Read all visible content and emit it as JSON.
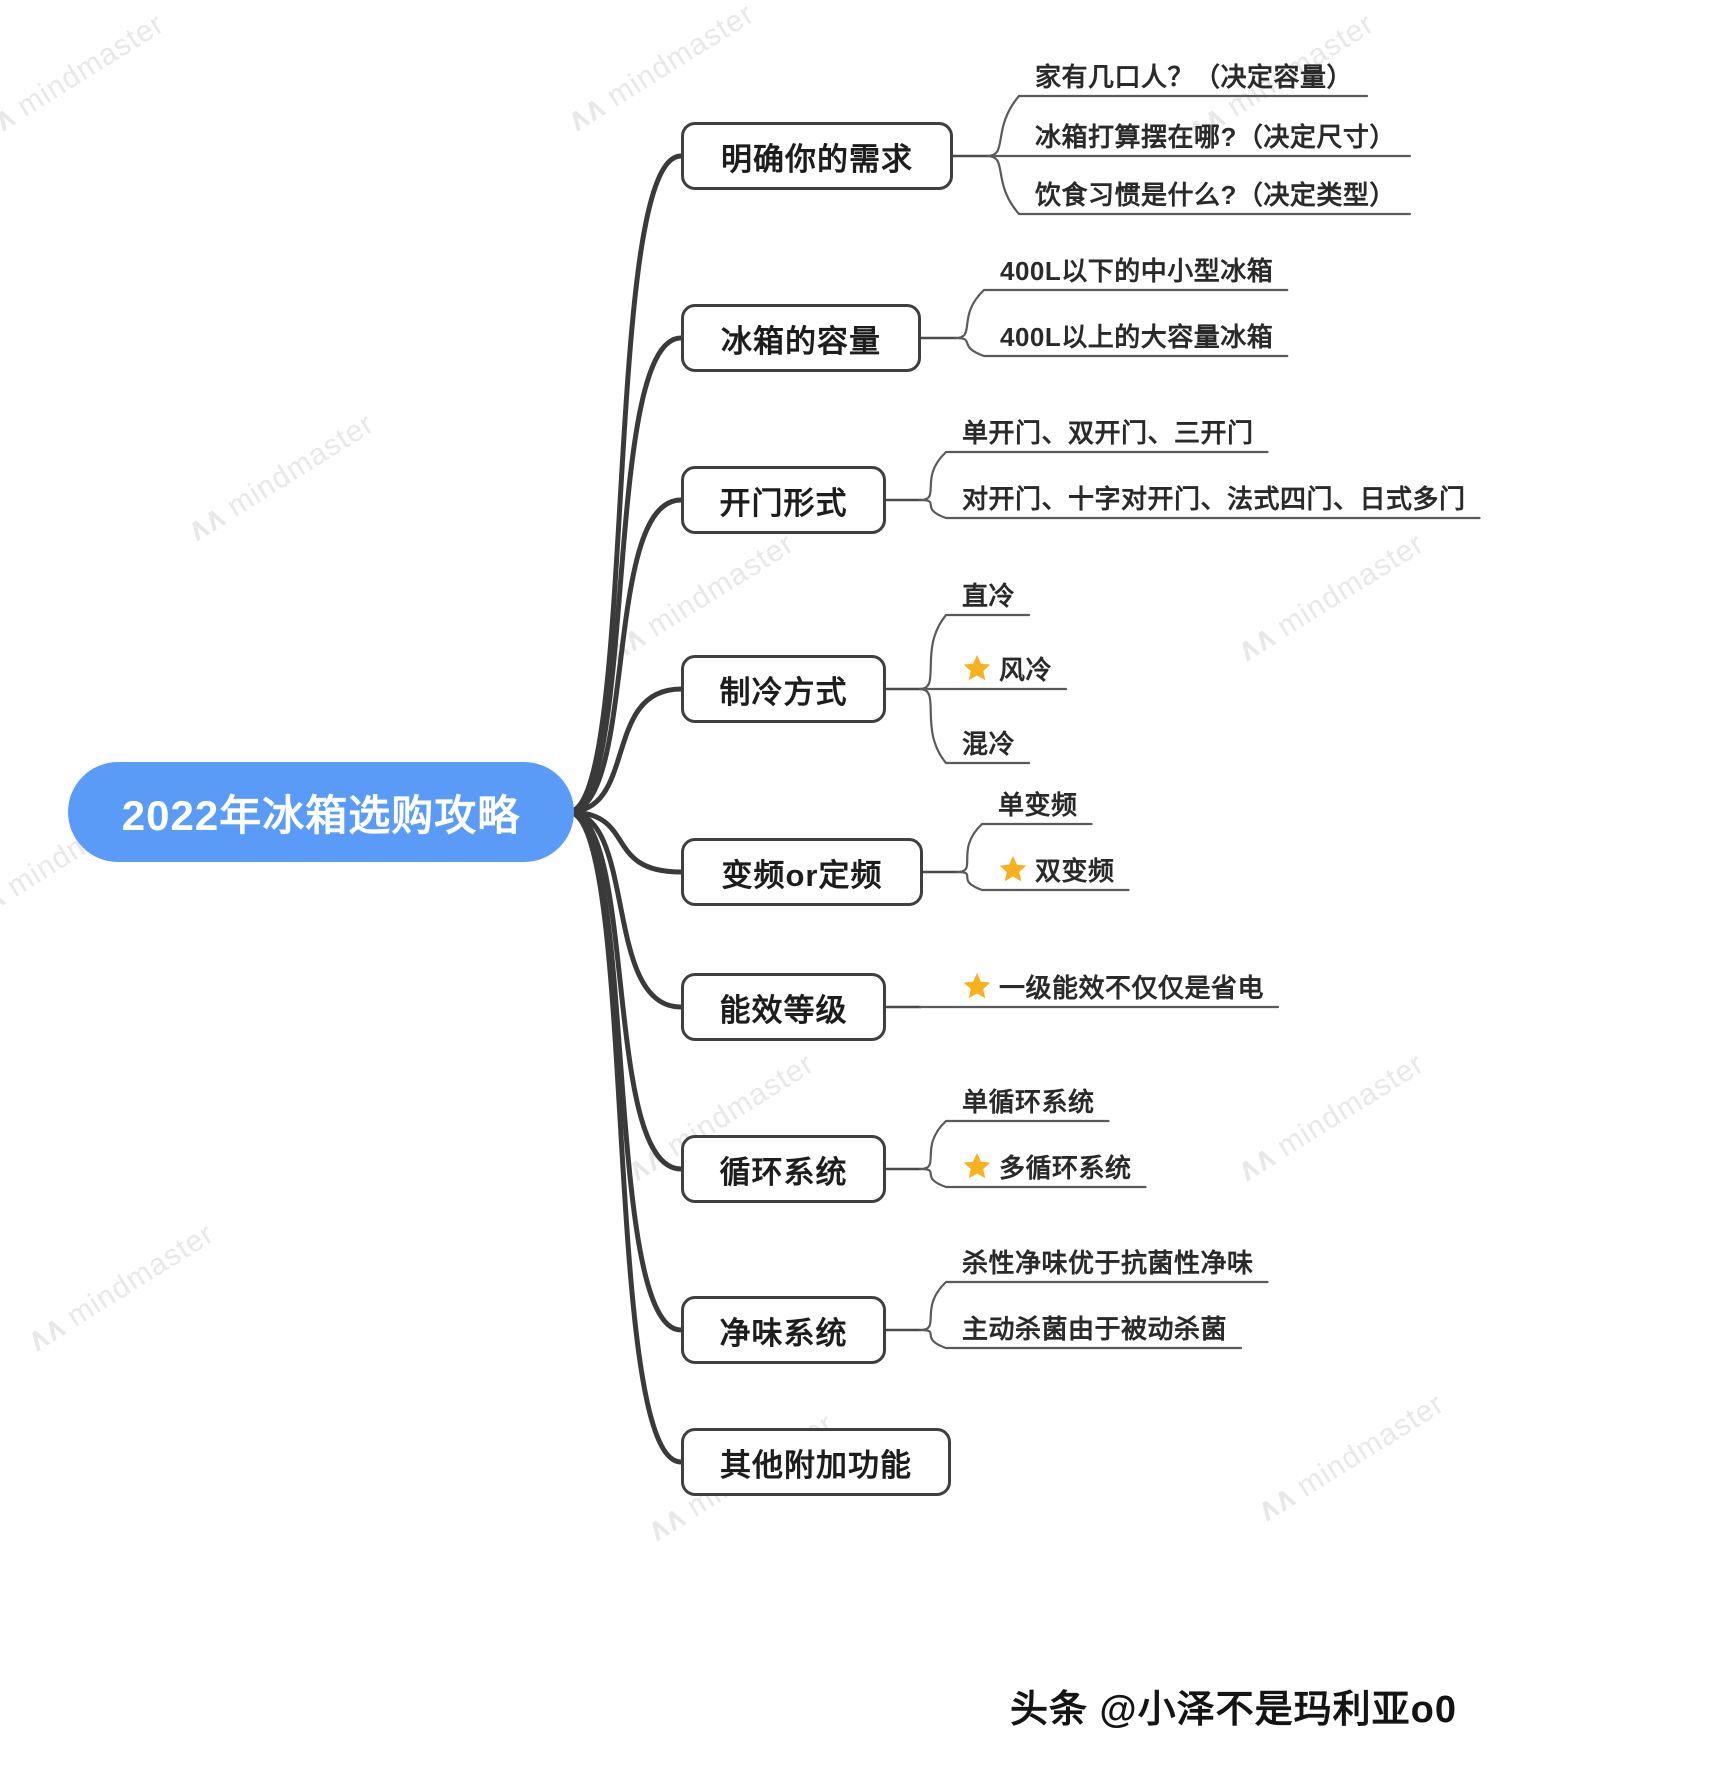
{
  "center": {
    "label": "2022年冰箱选购攻略",
    "color": "#5b9bf8",
    "text_color": "#ffffff"
  },
  "signature": "头条 @小泽不是玛利亚o0",
  "watermark": {
    "text": "mindmaster",
    "icon": "mindmaster-logo-icon",
    "color": "#e8e8e8"
  },
  "star": {
    "name": "star-icon",
    "color": "#f7b01e"
  },
  "branches": [
    {
      "label": "明确你的需求",
      "children": [
        {
          "label": "家有几口人？（决定容量）",
          "starred": false
        },
        {
          "label": "冰箱打算摆在哪?（决定尺寸）",
          "starred": false
        },
        {
          "label": "饮食习惯是什么?（决定类型）",
          "starred": false
        }
      ]
    },
    {
      "label": "冰箱的容量",
      "children": [
        {
          "label": "400L以下的中小型冰箱",
          "starred": false
        },
        {
          "label": "400L以上的大容量冰箱",
          "starred": false
        }
      ]
    },
    {
      "label": "开门形式",
      "children": [
        {
          "label": "单开门、双开门、三开门",
          "starred": false
        },
        {
          "label": "对开门、十字对开门、法式四门、日式多门",
          "starred": false
        }
      ]
    },
    {
      "label": "制冷方式",
      "children": [
        {
          "label": "直冷",
          "starred": false
        },
        {
          "label": "风冷",
          "starred": true
        },
        {
          "label": "混冷",
          "starred": false
        }
      ]
    },
    {
      "label": "变频or定频",
      "children": [
        {
          "label": "单变频",
          "starred": false
        },
        {
          "label": "双变频",
          "starred": true
        }
      ]
    },
    {
      "label": "能效等级",
      "children": [
        {
          "label": "一级能效不仅仅是省电",
          "starred": true
        }
      ]
    },
    {
      "label": "循环系统",
      "children": [
        {
          "label": "单循环系统",
          "starred": false
        },
        {
          "label": "多循环系统",
          "starred": true
        }
      ]
    },
    {
      "label": "净味系统",
      "children": [
        {
          "label": "杀性净味优于抗菌性净味",
          "starred": false
        },
        {
          "label": "主动杀菌由于被动杀菌",
          "starred": false
        }
      ]
    },
    {
      "label": "其他附加功能",
      "children": []
    }
  ]
}
